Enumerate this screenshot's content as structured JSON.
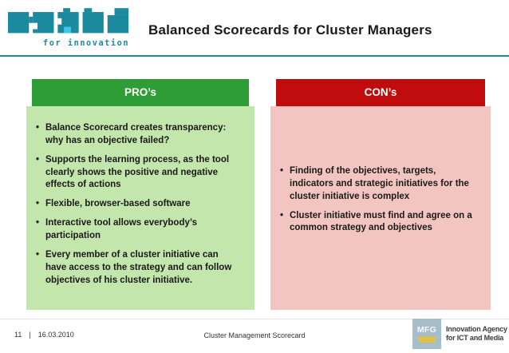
{
  "slide": {
    "logo": {
      "tagline": "for innovation"
    },
    "title": "Balanced Scorecards for Cluster Managers",
    "pros": {
      "header": "PRO’s",
      "items": [
        "Balance Scorecard creates transparency: why has an objective failed?",
        "Supports the learning process, as the tool clearly shows the positive and negative effects of actions",
        "Flexible, browser-based software",
        "Interactive tool allows everybody’s participation",
        "Every member of a cluster initiative can have access to the strategy and can follow objectives of his cluster initiative."
      ]
    },
    "cons": {
      "header": "CON’s",
      "items": [
        "Finding of the objectives, targets, indicators and strategic initiatives for the cluster initiative is complex",
        "Cluster initiative must find and agree on a common strategy and objectives"
      ]
    },
    "footer": {
      "page_number": "11",
      "separator": "|",
      "date": "16.03.2010",
      "doc_title": "Cluster Management Scorecard",
      "agency_abbr": "MFG",
      "agency_line1": "Innovation Agency",
      "agency_line2": "for ICT and Media"
    },
    "colors": {
      "teal": "#1b8a9e",
      "cyan": "#3ec7ea",
      "pro_header": "#2f9d36",
      "pro_body": "#c2e6ac",
      "con_header": "#c00c0c",
      "con_body": "#f2c5c0",
      "text": "#1a1a1a",
      "footer_text": "#333333",
      "mfg_bg": "#a6becb",
      "mfg_gold": "#dfc14a"
    }
  }
}
